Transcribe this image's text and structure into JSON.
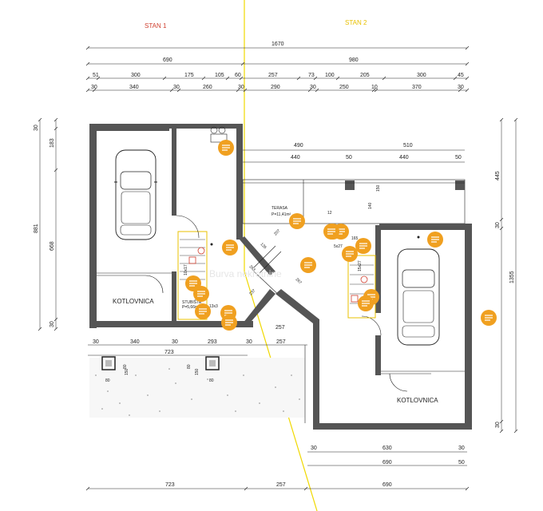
{
  "labels": {
    "stan1": "STAN 1",
    "stan2": "STAN 2",
    "kotlovnica_left": "KOTLOVNICA",
    "kotlovnica_right": "KOTLOVNICA",
    "terasa": "TERASA",
    "terasa_area": "P=11,41m²",
    "stubiste": "STUBIŠTE",
    "stubiste_area": "P=5,66m²",
    "watermark": "Burva nekretnine"
  },
  "dims_top": {
    "total": "1670",
    "left_total": "690",
    "right_total": "980",
    "row1": [
      "51",
      "300",
      "175",
      "105",
      "60",
      "257",
      "73",
      "100",
      "205",
      "300",
      "45"
    ],
    "row2": [
      "30",
      "340",
      "30",
      "260",
      "30",
      "290",
      "30",
      "250",
      "10",
      "370",
      "30"
    ]
  },
  "dims_terrace": {
    "row1": [
      "490",
      "510"
    ],
    "row2": [
      "440",
      "50",
      "440",
      "50"
    ],
    "v140": "140",
    "v150": "150"
  },
  "dims_left_vertical": {
    "top": [
      "30",
      "183"
    ],
    "total": "881",
    "mid": "668",
    "bottom": "30"
  },
  "dims_right_vertical": {
    "top": "445",
    "mid": "30",
    "total": "1355",
    "bottom": "30"
  },
  "dims_diagonal": {
    "d126": "126",
    "d207": "207",
    "d263": "263",
    "d267": "267",
    "d237": "237",
    "d257": "257"
  },
  "dims_lower_left": {
    "row": [
      "30",
      "340",
      "30",
      "293",
      "30",
      "257"
    ],
    "total": "723",
    "v150a": "150",
    "v80a": "80",
    "h80a": "80",
    "v150b": "150",
    "v80b": "80",
    "h80b": "80"
  },
  "dims_lower_right": {
    "row1": [
      "30",
      "630",
      "30"
    ],
    "row2": [
      "690",
      "50"
    ]
  },
  "dims_bottom": {
    "values": [
      "723",
      "257",
      "690"
    ]
  },
  "stair_marks": {
    "left_top": "10x17",
    "left_bottom": "13x3",
    "right_top": "12",
    "right_mid": "165",
    "right_mid2": "5x27",
    "right_side": "15x27"
  },
  "colors": {
    "stan1": "#d04030",
    "stan2": "#e8c000",
    "marker": "#f0a020",
    "wall": "#555555"
  },
  "note_markers_count": 18
}
